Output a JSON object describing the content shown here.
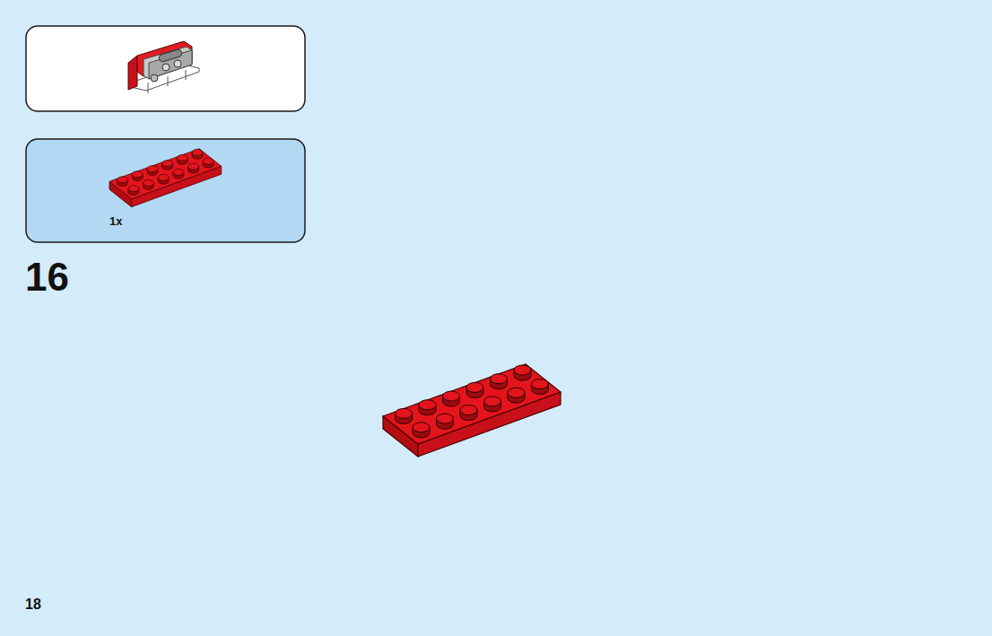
{
  "diagram": {
    "nodes": [
      {
        "text": [
          "1x"
        ]
      }
    ],
    "labels": [
      "16",
      "18"
    ]
  }
}
